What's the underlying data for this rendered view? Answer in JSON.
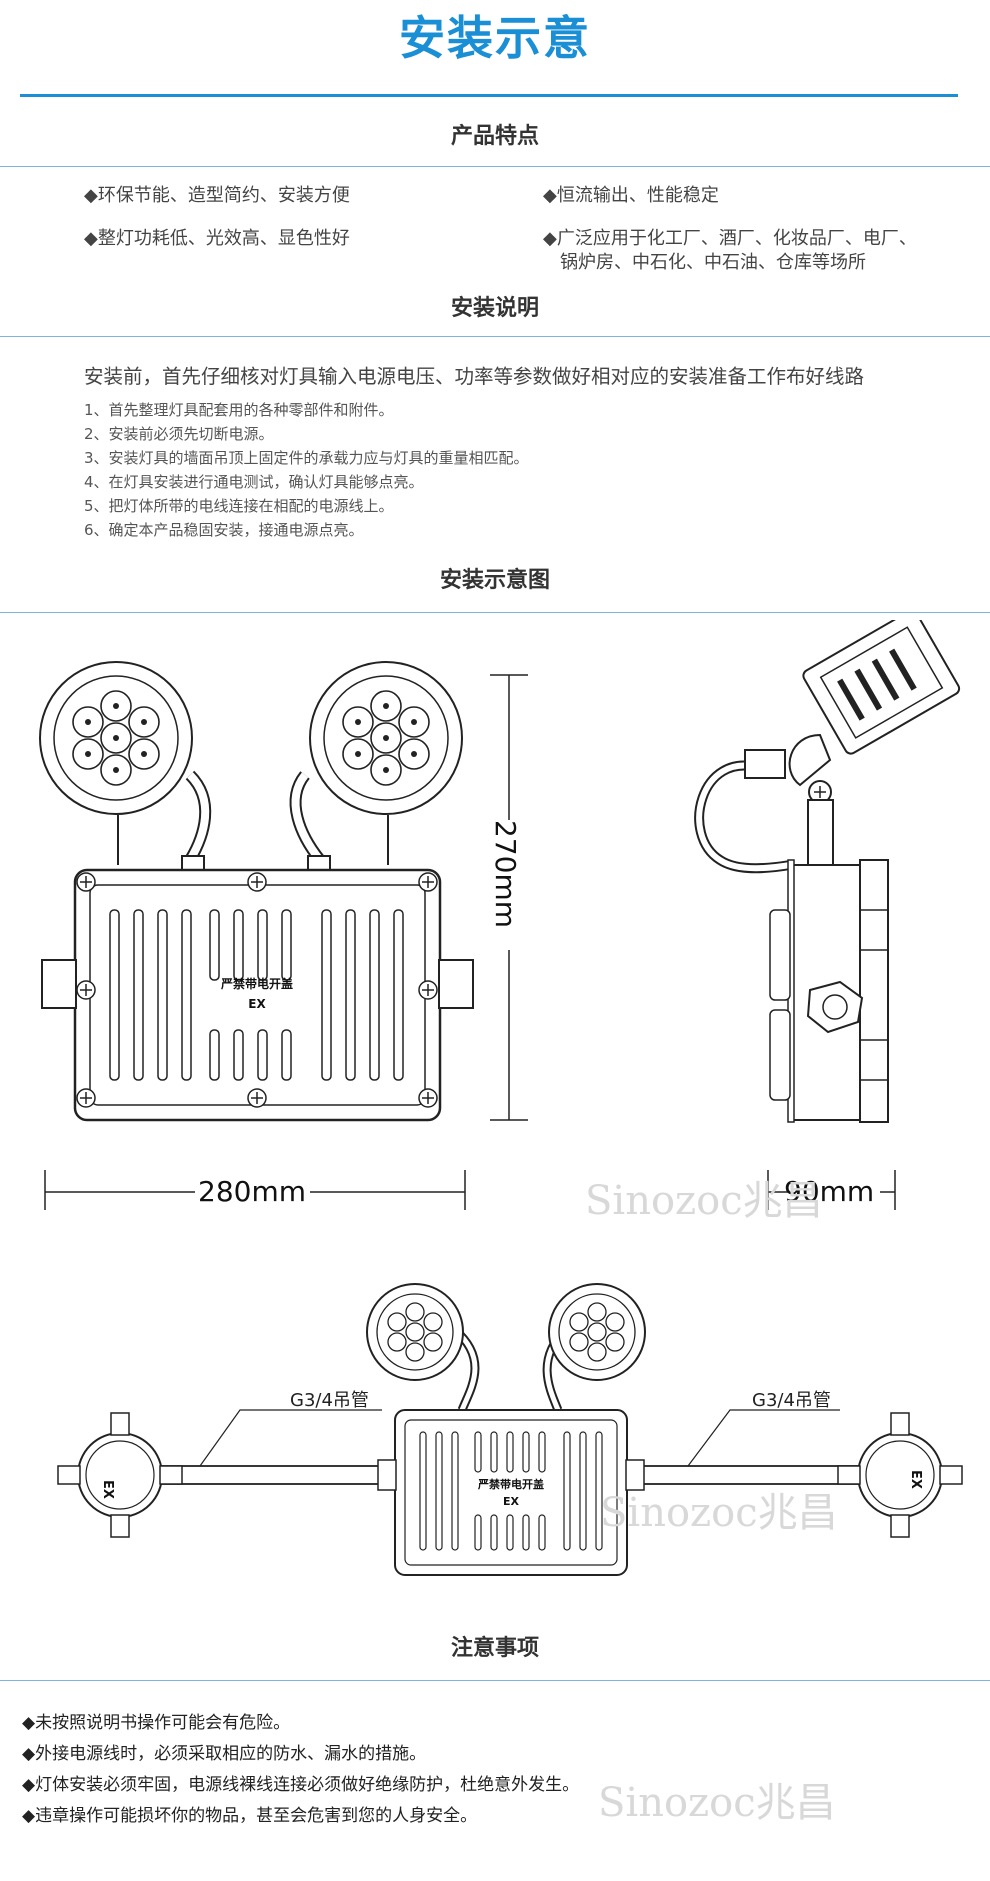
{
  "header": {
    "title": "安装示意"
  },
  "features": {
    "heading": "产品特点",
    "items": [
      "◆环保节能、造型简约、安装方便",
      "◆恒流输出、性能稳定",
      "◆整灯功耗低、光效高、显色性好",
      "◆广泛应用于化工厂、酒厂、化妆品厂、电厂、",
      "锅炉房、中石化、中石油、仓库等场所"
    ]
  },
  "instructions": {
    "heading": "安装说明",
    "lead": "安装前，首先仔细核对灯具输入电源电压、功率等参数做好相对应的安装准备工作布好线路",
    "steps": [
      "1、首先整理灯具配套用的各种零部件和附件。",
      "2、安装前必须先切断电源。",
      "3、安装灯具的墙面吊顶上固定件的承载力应与灯具的重量相匹配。",
      "4、在灯具安装进行通电测试，确认灯具能够点亮。",
      "5、把灯体所带的电线连接在相配的电源线上。",
      "6、确定本产品稳固安装，接通电源点亮。"
    ]
  },
  "diagram": {
    "heading": "安装示意图",
    "height_label": "270mm",
    "width_label": "280mm",
    "depth_label": "90mm",
    "warning_label": "严禁带电开盖",
    "ex_label": "EX",
    "pipe_label_left": "G3/4吊管",
    "pipe_label_right": "G3/4吊管",
    "watermark": "Sinozoc兆昌"
  },
  "notes": {
    "heading": "注意事项",
    "items": [
      "◆未按照说明书操作可能会有危险。",
      "◆外接电源线时，必须采取相应的防水、漏水的措施。",
      "◆灯体安装必须牢固，电源线裸线连接必须做好绝缘防护，杜绝意外发生。",
      "◆违章操作可能损坏你的物品，甚至会危害到您的人身安全。"
    ]
  }
}
